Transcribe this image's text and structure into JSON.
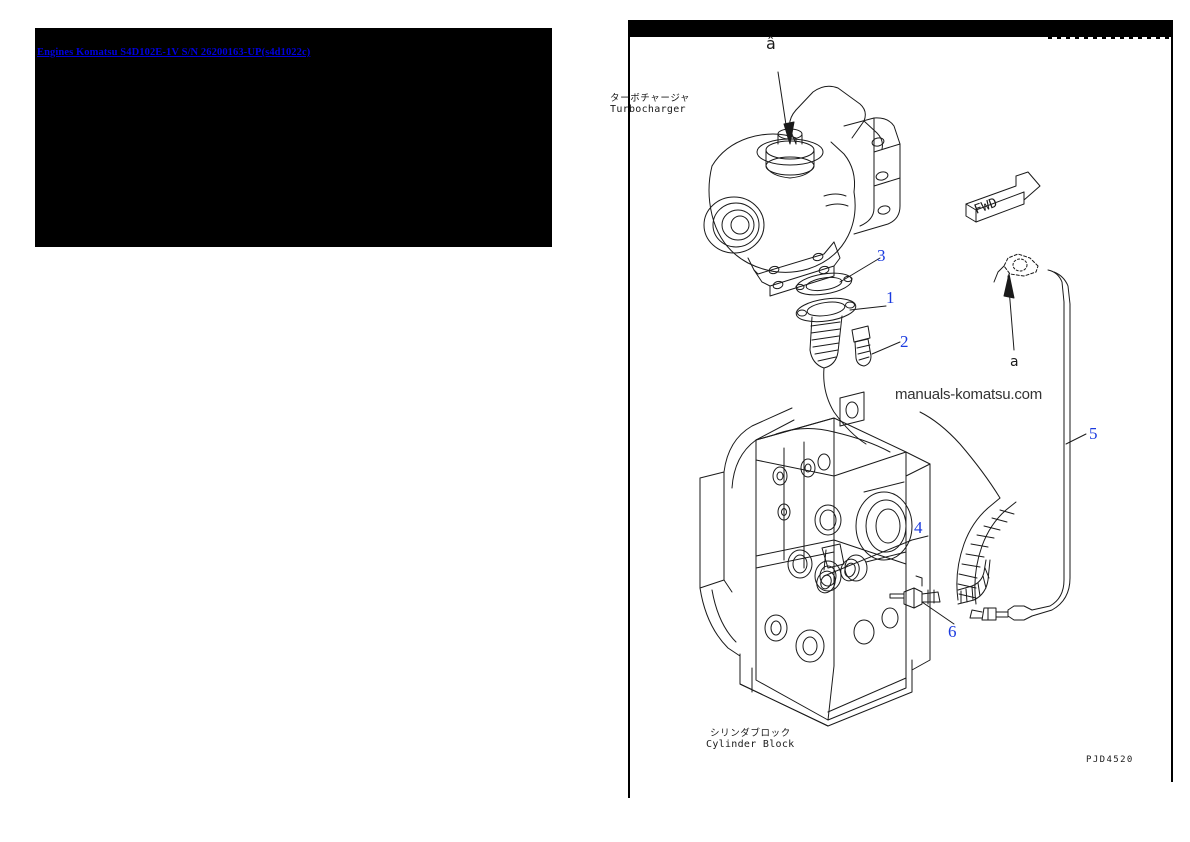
{
  "document": {
    "link_label": "Engines Komatsu S4D102E-1V S/N 26200163-UP(s4d1022c)"
  },
  "diagram": {
    "watermark": "manuals-komatsu.com",
    "part_code": "PJD4520",
    "direction_marker": "FWD",
    "labels": [
      {
        "jp": "ターボチャージャ",
        "en": "Turbocharger"
      },
      {
        "jp": "シリンダブロック",
        "en": "Cylinder Block"
      }
    ],
    "callouts": [
      {
        "number": "1"
      },
      {
        "number": "2"
      },
      {
        "number": "3"
      },
      {
        "number": "4"
      },
      {
        "number": "5"
      },
      {
        "number": "6"
      }
    ],
    "reference_letters": [
      {
        "letter": "â"
      },
      {
        "letter": "a"
      }
    ],
    "colors": {
      "callout": "#1a3adf",
      "link": "#0000dd",
      "line": "#1a1a1a",
      "bar": "#000000"
    }
  }
}
